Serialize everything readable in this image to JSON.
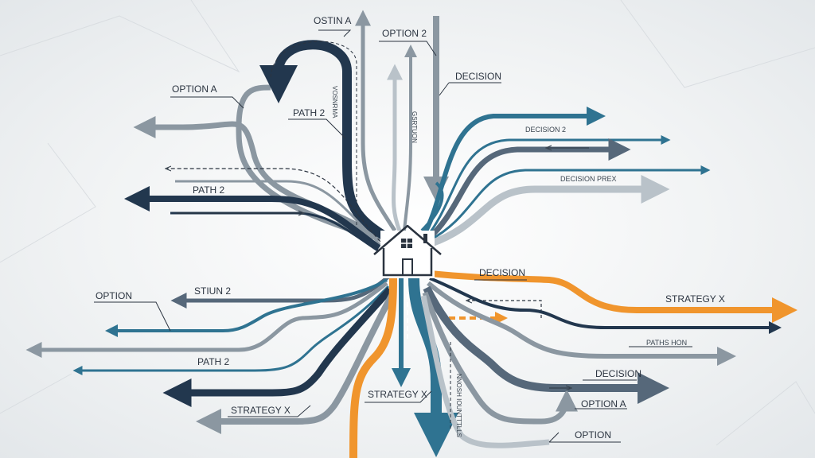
{
  "diagram": {
    "center_icon": "house-icon",
    "colors": {
      "navy": "#22374e",
      "teal": "#2f7391",
      "gray": "#8b97a1",
      "slate": "#56687a",
      "orange": "#f0952d",
      "light": "#b9c2c9"
    },
    "labels": {
      "ostin_a": "OSTIN A",
      "option_2": "OPTION 2",
      "decision_top": "DECISION",
      "option_a_top": "OPTION A",
      "path_2_top": "PATH 2",
      "path_2_left": "PATH 2",
      "decision_2": "DECISION 2",
      "decision_prex": "DECISION PREX",
      "stiun_2": "STIUN 2",
      "option_left": "OPTION",
      "path_2_bottom": "PATH 2",
      "strategy_x_left": "STRATEGY X",
      "strategy_x_bottom": "STRATEGY X",
      "decision_right": "DECISION",
      "strategy_x_right": "STRATEGY X",
      "paths_hon": "PATHS HON",
      "decision_lower_right": "DECISION",
      "option_a_right": "OPTION A",
      "option_bottom": "OPTION",
      "vertical_vosnrma": "VOSNRMA",
      "vertical_gsrtuon": "GSRTUON",
      "vertical_bottom": "NNOSH IOUNTTTLLS"
    }
  }
}
